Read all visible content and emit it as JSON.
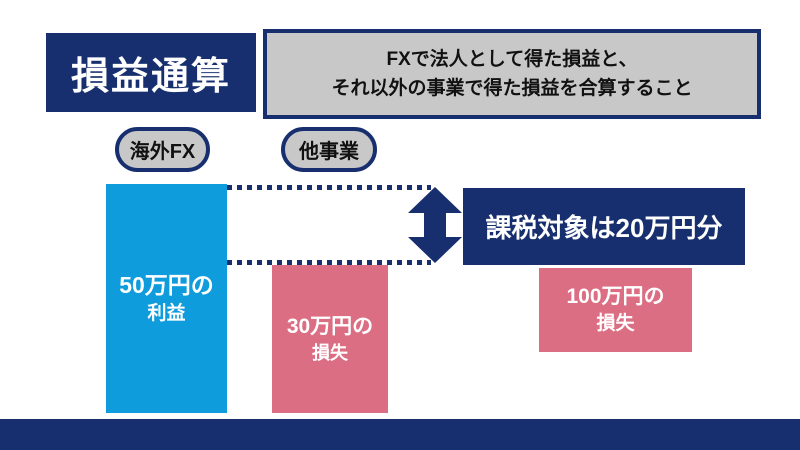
{
  "header": {
    "title": "損益通算",
    "definition_line1": "FXで法人として得た損益と、",
    "definition_line2": "それ以外の事業で得た損益を合算すること"
  },
  "pills": {
    "overseas_fx": "海外FX",
    "other_business": "他事業"
  },
  "bars": {
    "profit": {
      "line1": "50万円の",
      "line2": "利益",
      "value_man_yen": 50
    },
    "loss": {
      "line1": "30万円の",
      "line2": "損失",
      "value_man_yen": 30
    }
  },
  "taxable": {
    "label": "課税対象は20万円分",
    "value_man_yen": 20
  },
  "total_loss": {
    "line1": "100万円の",
    "line2": "損失",
    "value_man_yen": 100
  },
  "colors": {
    "navy": "#172F6E",
    "blue": "#0E9CDC",
    "pink": "#DC6E84",
    "gray": "#C8C8C8"
  }
}
